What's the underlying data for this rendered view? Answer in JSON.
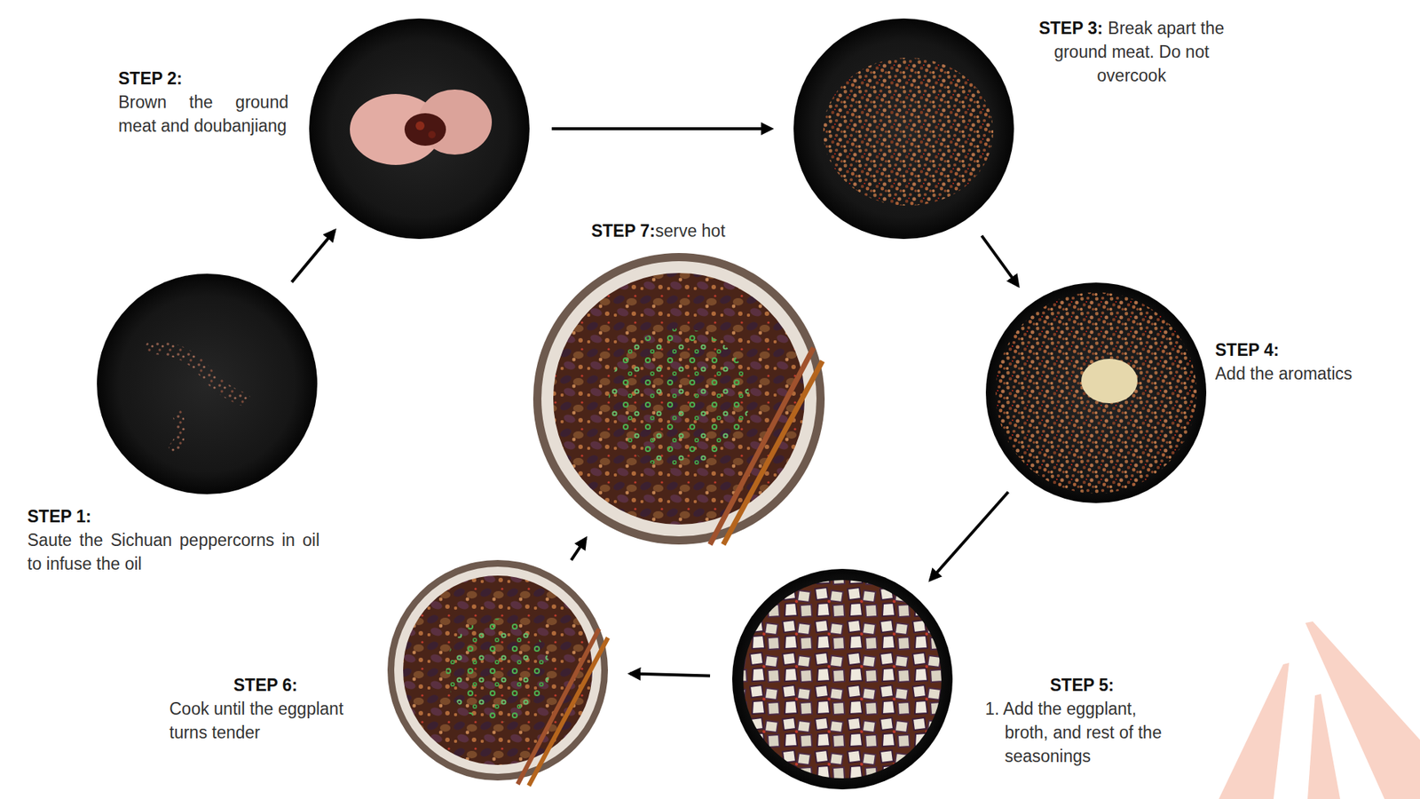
{
  "diagram": {
    "nodes": [
      {
        "text": [
          "STEP 1:",
          "Saute the Sichuan peppercorns in oil to infuse the oil"
        ]
      },
      {
        "text": [
          "STEP 2:",
          "Brown the ground meat and doubanjiang"
        ]
      },
      {
        "text": [
          "STEP 3:",
          "Break apart the ground meat. Do not overcook"
        ]
      },
      {
        "text": [
          "STEP 4:",
          "Add the aromatics"
        ]
      },
      {
        "text": [
          "STEP 5:",
          "1. Add the eggplant, broth, and rest of the seasonings"
        ]
      },
      {
        "text": [
          "STEP 6:",
          "Cook until the eggplant turns tender"
        ]
      },
      {
        "text": [
          "STEP 7:",
          "serve hot"
        ]
      }
    ],
    "edges": [
      {
        "from": 0,
        "to": 1,
        "arrow": "to"
      },
      {
        "from": 1,
        "to": 2,
        "arrow": "to"
      },
      {
        "from": 2,
        "to": 3,
        "arrow": "to"
      },
      {
        "from": 3,
        "to": 4,
        "arrow": "to"
      },
      {
        "from": 4,
        "to": 5,
        "arrow": "to"
      },
      {
        "from": 5,
        "to": 6,
        "arrow": "to"
      }
    ]
  }
}
